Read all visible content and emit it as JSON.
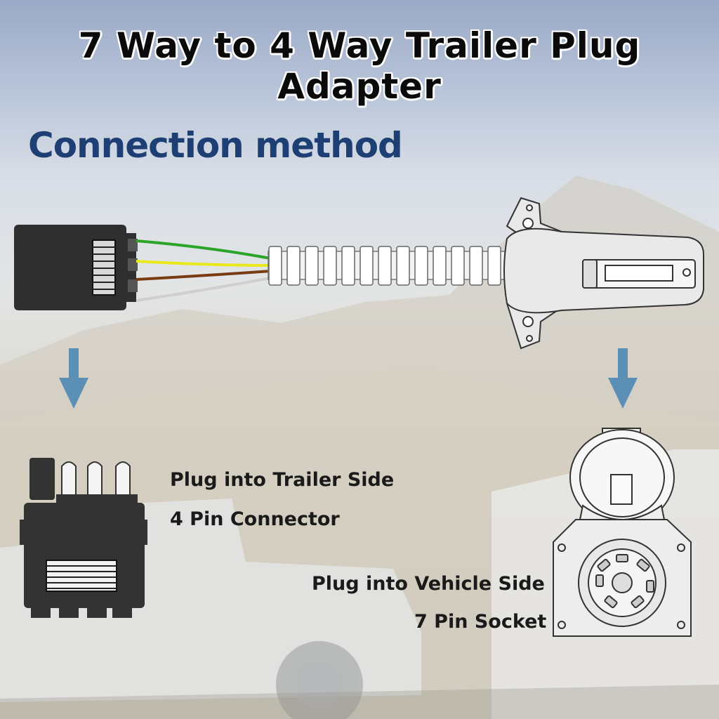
{
  "title": "7 Way to 4 Way Trailer Plug Adapter",
  "subtitle": "Connection method",
  "trailer_side": {
    "line1": "Plug into Trailer Side",
    "line2": "4 Pin Connector"
  },
  "vehicle_side": {
    "line1": "Plug into Vehicle Side",
    "line2": "7 Pin Socket"
  },
  "colors": {
    "accent_title": "#1d3f73",
    "arrow": "#5b8fb5",
    "wire_green": "#2aa52a",
    "wire_yellow": "#e8e81c",
    "wire_brown": "#7a3a12",
    "wire_white": "#cccccc",
    "connector_body": "#2e2e2e"
  },
  "icons": [
    "arrow-down-icon",
    "four-pin-connector-icon",
    "seven-pin-plug-icon",
    "seven-pin-socket-icon"
  ]
}
